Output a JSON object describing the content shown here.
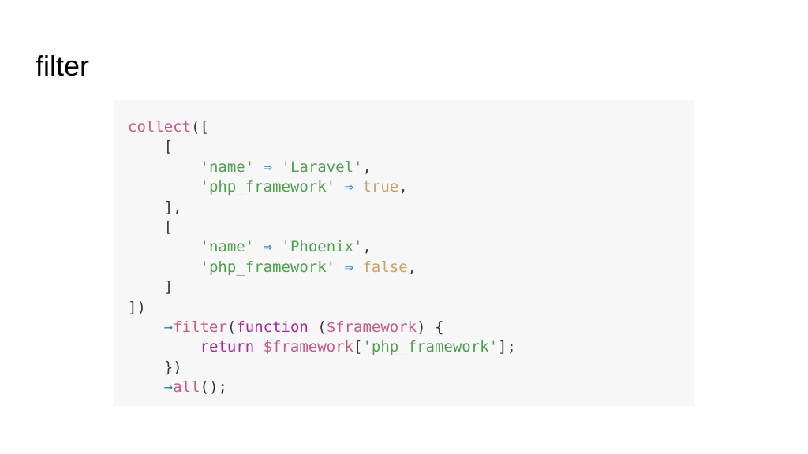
{
  "title": "filter",
  "code_lines": [
    [
      {
        "t": "collect",
        "c": "fn"
      },
      {
        "t": "([",
        "c": "punc"
      }
    ],
    [
      {
        "t": "    [",
        "c": "punc"
      }
    ],
    [
      {
        "t": "        ",
        "c": "punc"
      },
      {
        "t": "'name'",
        "c": "str"
      },
      {
        "t": " ",
        "c": "punc"
      },
      {
        "t": "⇒",
        "c": "op"
      },
      {
        "t": " ",
        "c": "punc"
      },
      {
        "t": "'Laravel'",
        "c": "str"
      },
      {
        "t": ",",
        "c": "punc"
      }
    ],
    [
      {
        "t": "        ",
        "c": "punc"
      },
      {
        "t": "'php_framework'",
        "c": "str"
      },
      {
        "t": " ",
        "c": "punc"
      },
      {
        "t": "⇒",
        "c": "op"
      },
      {
        "t": " ",
        "c": "punc"
      },
      {
        "t": "true",
        "c": "bool"
      },
      {
        "t": ",",
        "c": "punc"
      }
    ],
    [
      {
        "t": "    ],",
        "c": "punc"
      }
    ],
    [
      {
        "t": "    [",
        "c": "punc"
      }
    ],
    [
      {
        "t": "        ",
        "c": "punc"
      },
      {
        "t": "'name'",
        "c": "str"
      },
      {
        "t": " ",
        "c": "punc"
      },
      {
        "t": "⇒",
        "c": "op"
      },
      {
        "t": " ",
        "c": "punc"
      },
      {
        "t": "'Phoenix'",
        "c": "str"
      },
      {
        "t": ",",
        "c": "punc"
      }
    ],
    [
      {
        "t": "        ",
        "c": "punc"
      },
      {
        "t": "'php_framework'",
        "c": "str"
      },
      {
        "t": " ",
        "c": "punc"
      },
      {
        "t": "⇒",
        "c": "op"
      },
      {
        "t": " ",
        "c": "punc"
      },
      {
        "t": "false",
        "c": "bool"
      },
      {
        "t": ",",
        "c": "punc"
      }
    ],
    [
      {
        "t": "    ]",
        "c": "punc"
      }
    ],
    [
      {
        "t": "])",
        "c": "punc"
      }
    ],
    [
      {
        "t": "    ",
        "c": "punc"
      },
      {
        "t": "→",
        "c": "op"
      },
      {
        "t": "filter",
        "c": "fn"
      },
      {
        "t": "(",
        "c": "punc"
      },
      {
        "t": "function",
        "c": "kw"
      },
      {
        "t": " (",
        "c": "punc"
      },
      {
        "t": "$framework",
        "c": "var"
      },
      {
        "t": ") {",
        "c": "punc"
      }
    ],
    [
      {
        "t": "        ",
        "c": "punc"
      },
      {
        "t": "return",
        "c": "kw"
      },
      {
        "t": " ",
        "c": "punc"
      },
      {
        "t": "$framework",
        "c": "var"
      },
      {
        "t": "[",
        "c": "punc"
      },
      {
        "t": "'php_framework'",
        "c": "str"
      },
      {
        "t": "];",
        "c": "punc"
      }
    ],
    [
      {
        "t": "    })",
        "c": "punc"
      }
    ],
    [
      {
        "t": "    ",
        "c": "punc"
      },
      {
        "t": "→",
        "c": "op"
      },
      {
        "t": "all",
        "c": "fn"
      },
      {
        "t": "();",
        "c": "punc"
      }
    ]
  ]
}
